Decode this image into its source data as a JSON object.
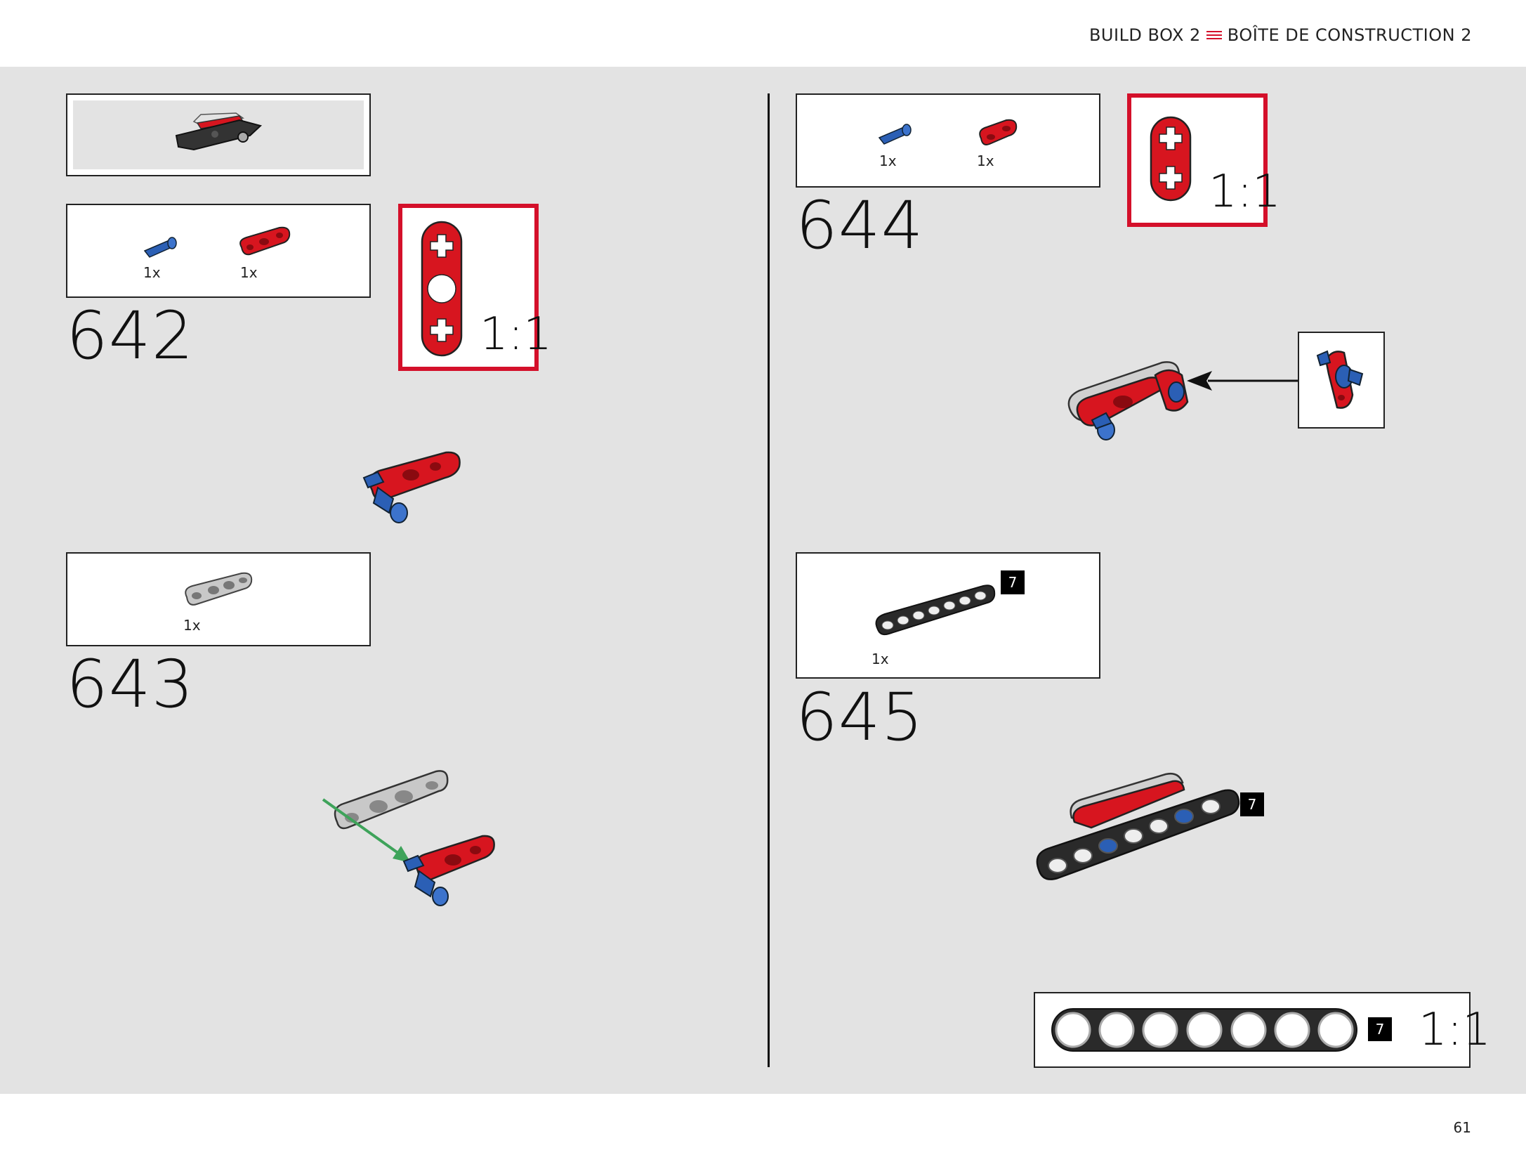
{
  "header": {
    "title_left": "BUILD BOX 2",
    "title_right": "BOÎTE DE CONSTRUCTION 2"
  },
  "footer": {
    "page_number": "61"
  },
  "colors": {
    "accent_red": "#d4102a",
    "part_red": "#d7151f",
    "part_blue": "#2b5fb5",
    "part_gray": "#c8c8c8",
    "part_black": "#2a2a2a"
  },
  "steps": [
    {
      "number": "642",
      "parts": [
        {
          "icon": "blue-axle-pin-icon",
          "qty": "1x"
        },
        {
          "icon": "red-liftarm-3-icon",
          "qty": "1x"
        }
      ],
      "scale": "1:1"
    },
    {
      "number": "643",
      "parts": [
        {
          "icon": "gray-liftarm-3-icon",
          "qty": "1x"
        }
      ]
    },
    {
      "number": "644",
      "parts": [
        {
          "icon": "blue-axle-pin-icon",
          "qty": "1x"
        },
        {
          "icon": "red-liftarm-2-icon",
          "qty": "1x"
        }
      ],
      "scale": "1:1"
    },
    {
      "number": "645",
      "parts": [
        {
          "icon": "black-beam-7-icon",
          "qty": "1x",
          "badge": "7"
        }
      ],
      "badge": "7",
      "scale_badge": "7",
      "scale": "1:1"
    }
  ]
}
